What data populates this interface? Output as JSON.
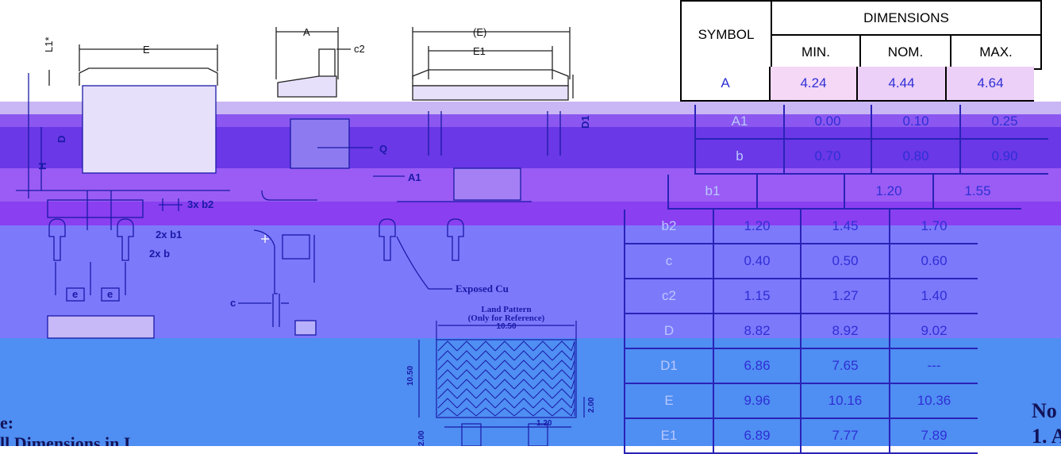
{
  "title": "Package Outline Dimensions",
  "header": {
    "symbol_label": "SYMBOL",
    "dimensions_label": "DIMENSIONS",
    "min_label": "MIN.",
    "nom_label": "NOM.",
    "max_label": "MAX."
  },
  "rows": [
    {
      "symbol": "A",
      "min": "4.24",
      "nom": "4.44",
      "max": "4.64"
    },
    {
      "symbol": "A1",
      "min": "0.00",
      "nom": "0.10",
      "max": "0.25"
    },
    {
      "symbol": "b",
      "min": "0.70",
      "nom": "0.80",
      "max": "0.90"
    },
    {
      "symbol": "b1",
      "min": "",
      "nom": "1.20",
      "max": "1.55"
    },
    {
      "symbol": "b2",
      "min": "1.20",
      "nom": "1.45",
      "max": "1.70"
    },
    {
      "symbol": "c",
      "min": "0.40",
      "nom": "0.50",
      "max": "0.60"
    },
    {
      "symbol": "c2",
      "min": "1.15",
      "nom": "1.27",
      "max": "1.40"
    },
    {
      "symbol": "D",
      "min": "8.82",
      "nom": "8.92",
      "max": "9.02"
    },
    {
      "symbol": "D1",
      "min": "6.86",
      "nom": "7.65",
      "max": "---"
    },
    {
      "symbol": "E",
      "min": "9.96",
      "nom": "10.16",
      "max": "10.36"
    },
    {
      "symbol": "E1",
      "min": "6.89",
      "nom": "7.77",
      "max": "7.89"
    }
  ],
  "labels": {
    "L1": "L1*",
    "E": "E",
    "A": "A",
    "c2": "c2",
    "E_paren": "(E)",
    "E1": "E1",
    "D": "D",
    "D1": "D1",
    "H": "H",
    "Q": "Q",
    "A1": "A1",
    "b2x3": "3x b2",
    "b1x2": "2x b1",
    "bx2": "2x b",
    "e": "e",
    "c": "c",
    "exposed_cu": "Exposed Cu",
    "land_pattern_title": "Land Pattern",
    "land_pattern_sub": "(Only for Reference)",
    "lp_width": "10.50",
    "lp_height": "10.50",
    "lp_pad": "1.20",
    "lp_side": "2.00",
    "lp_bottom": "2.00"
  },
  "notes": {
    "left_1": "e:",
    "left_2": "ll Dimensions in I...",
    "right_1": "No",
    "right_2": "1. A"
  },
  "colors": {
    "band_light_violet": "#c9b6f4",
    "band_violet": "#8b57f0",
    "band_deep_violet": "#6a38e6",
    "band_blue_violet": "#7d79fb",
    "band_blue": "#4f8ef2",
    "table_line": "#2a22b8",
    "table_text": "#2f2fd6"
  }
}
